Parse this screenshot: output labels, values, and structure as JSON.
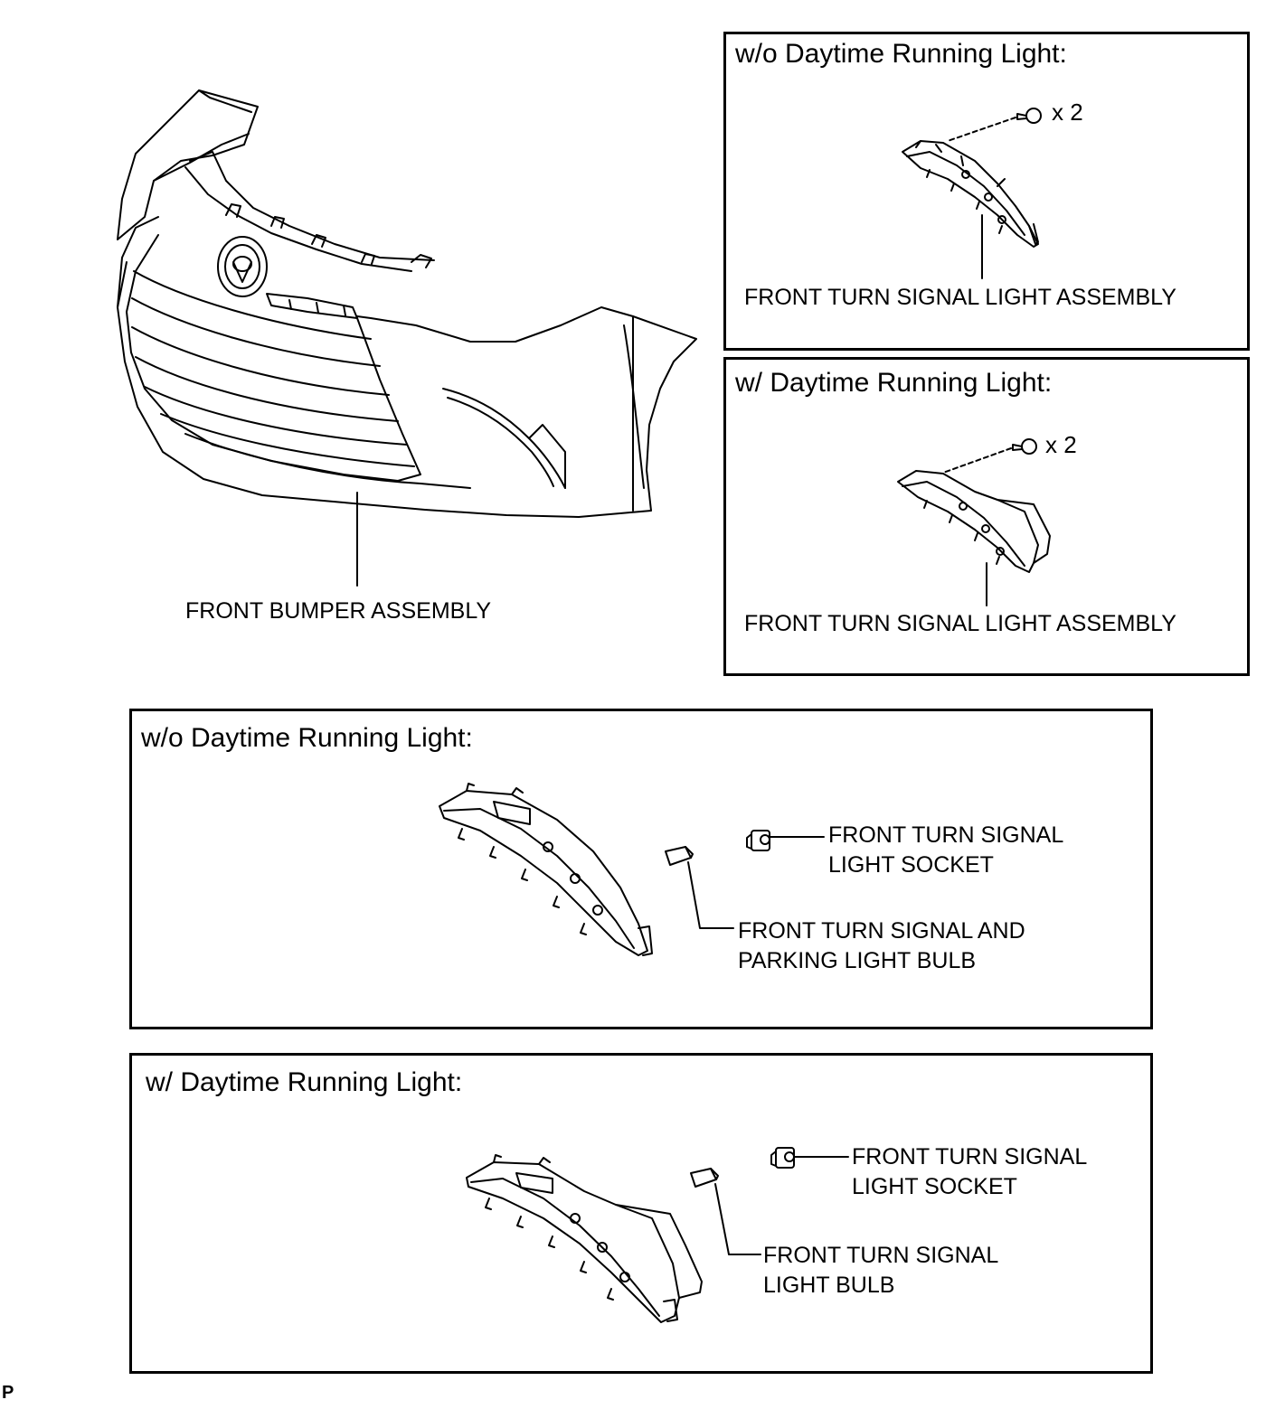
{
  "bumper": {
    "label": "FRONT BUMPER ASSEMBLY"
  },
  "panel_top_wo": {
    "title": "w/o Daytime Running Light:",
    "qty": "x 2",
    "part_label": "FRONT TURN SIGNAL LIGHT ASSEMBLY"
  },
  "panel_top_w": {
    "title": "w/ Daytime Running Light:",
    "qty": "x 2",
    "part_label": "FRONT TURN SIGNAL LIGHT ASSEMBLY"
  },
  "panel_bottom_wo": {
    "title": "w/o Daytime Running Light:",
    "socket_label": [
      "FRONT TURN SIGNAL",
      "LIGHT SOCKET"
    ],
    "bulb_label": [
      "FRONT TURN SIGNAL AND",
      "PARKING LIGHT BULB"
    ]
  },
  "panel_bottom_w": {
    "title": "w/ Daytime Running Light:",
    "socket_label": [
      "FRONT TURN SIGNAL",
      "LIGHT SOCKET"
    ],
    "bulb_label": [
      "FRONT TURN SIGNAL",
      "LIGHT BULB"
    ]
  },
  "corner_mark": "P"
}
